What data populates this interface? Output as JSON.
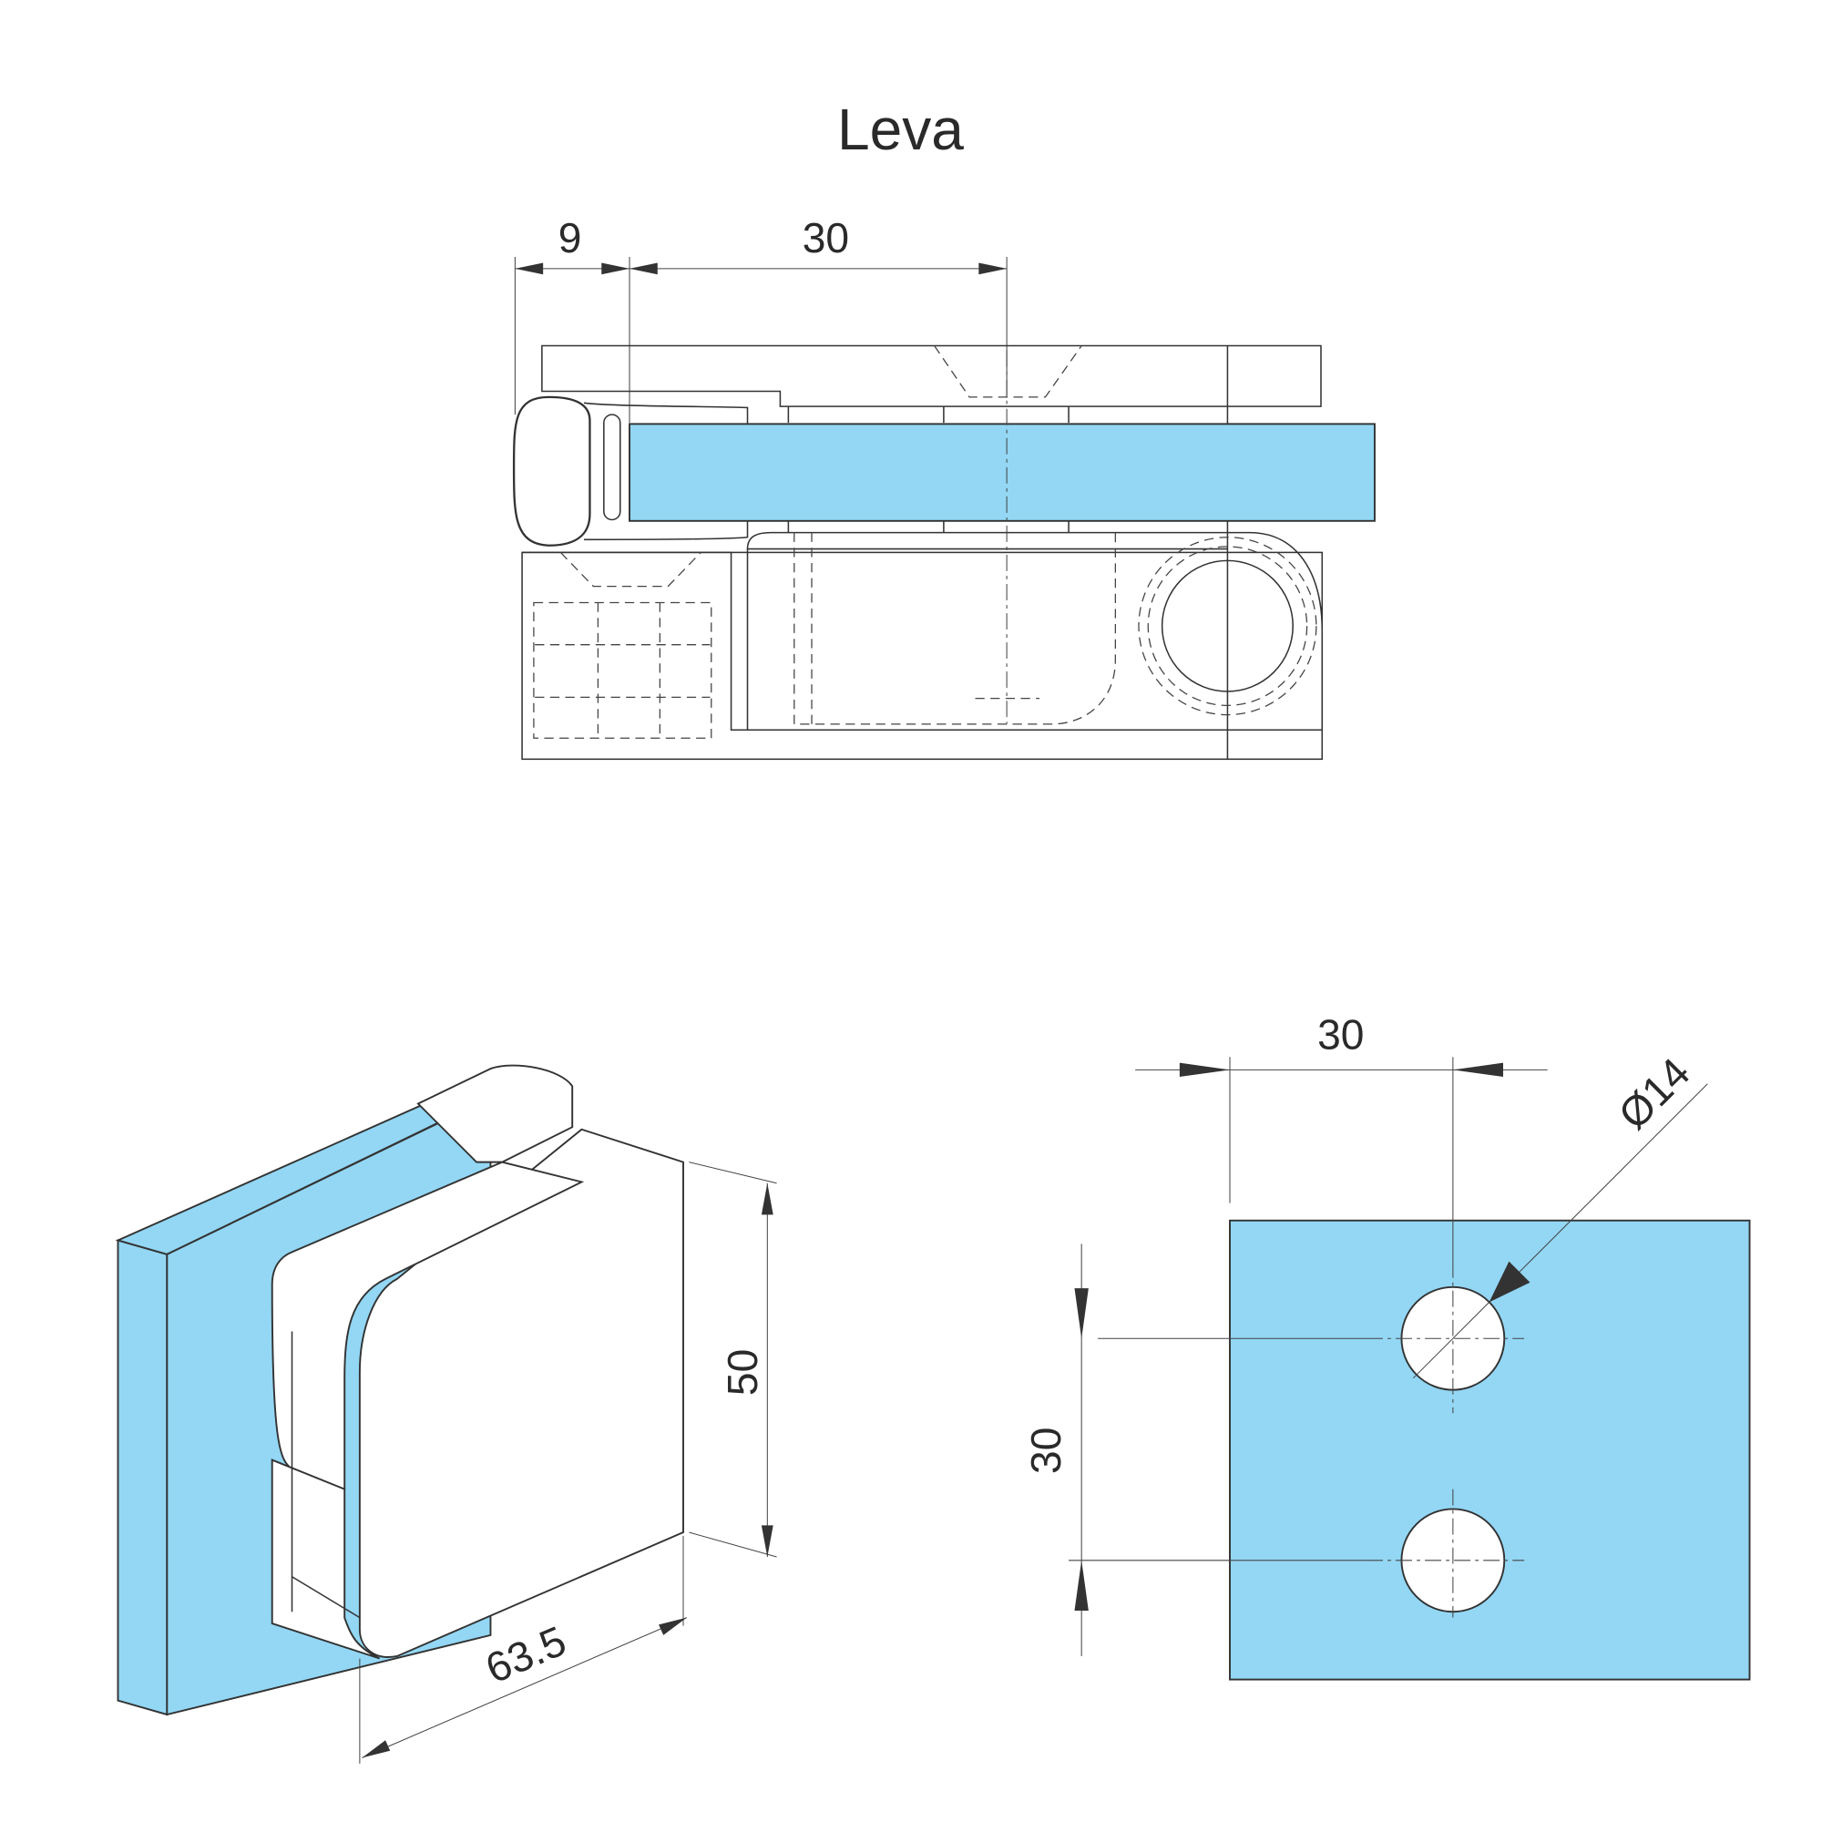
{
  "title": "Leva",
  "top_view": {
    "dim_left": "9",
    "dim_right": "30"
  },
  "iso_view": {
    "dim_height": "50",
    "dim_width": "63.5"
  },
  "plate_view": {
    "dim_horizontal": "30",
    "dim_vertical": "30",
    "dim_hole": "Ø14"
  },
  "colors": {
    "glass": "#93d7f4",
    "line": "#333333"
  }
}
